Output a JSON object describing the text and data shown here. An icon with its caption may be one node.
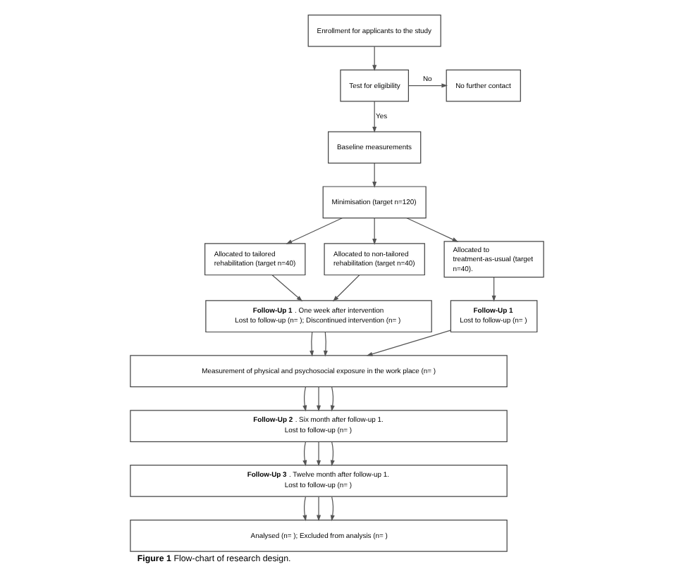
{
  "diagram": {
    "caption": "**Figure 1** Flow-chart of research design.",
    "nodes": [
      {
        "text": [
          "Enrollment for applicants to the study"
        ]
      },
      {
        "text": [
          "Test for eligibility"
        ]
      },
      {
        "text": [
          "No further contact"
        ]
      },
      {
        "text": [
          "Baseline measurements"
        ]
      },
      {
        "text": [
          "Minimisation (target n=120)"
        ]
      },
      {
        "text": [
          "Allocated to tailored rehabilitation (target n=40)"
        ]
      },
      {
        "text": [
          "Allocated to non-tailored rehabilitation (target n=40)"
        ]
      },
      {
        "text": [
          "Allocated to treatment-as-usual (target n=40)."
        ]
      },
      {
        "text": [
          "**Follow-Up 1**. One week after intervention",
          "Lost to follow-up (n= ); Discontinued intervention (n= )"
        ]
      },
      {
        "text": [
          "**Follow-Up 1**",
          "Lost to follow-up (n= )"
        ]
      },
      {
        "text": [
          "Measurement of physical and psychosocial exposure in the work place (n= )"
        ]
      },
      {
        "text": [
          "**Follow-Up 2**. Six month after follow-up 1.",
          "Lost to follow-up (n= )"
        ]
      },
      {
        "text": [
          "**Follow-Up 3**. Twelve month after follow-up 1.",
          "Lost to follow-up (n= )"
        ]
      },
      {
        "text": [
          "Analysed (n= ); Excluded from analysis (n= )"
        ]
      }
    ],
    "edges": [
      {
        "from": 0,
        "to": 1,
        "arrow": "to"
      },
      {
        "from": 1,
        "to": 2,
        "arrow": "to",
        "label": "No"
      },
      {
        "from": 1,
        "to": 3,
        "arrow": "to",
        "label": "Yes"
      },
      {
        "from": 3,
        "to": 4,
        "arrow": "to"
      },
      {
        "from": 4,
        "to": 5,
        "arrow": "to"
      },
      {
        "from": 4,
        "to": 6,
        "arrow": "to"
      },
      {
        "from": 4,
        "to": 7,
        "arrow": "to"
      },
      {
        "from": 5,
        "to": 8,
        "arrow": "to"
      },
      {
        "from": 6,
        "to": 8,
        "arrow": "to"
      },
      {
        "from": 7,
        "to": 9,
        "arrow": "to"
      },
      {
        "from": 8,
        "to": 10,
        "arrow": "to"
      },
      {
        "from": 8,
        "to": 10,
        "arrow": "to"
      },
      {
        "from": 9,
        "to": 10,
        "arrow": "to"
      },
      {
        "from": 10,
        "to": 11,
        "arrow": "to"
      },
      {
        "from": 10,
        "to": 11,
        "arrow": "to"
      },
      {
        "from": 10,
        "to": 11,
        "arrow": "to"
      },
      {
        "from": 11,
        "to": 12,
        "arrow": "to"
      },
      {
        "from": 11,
        "to": 12,
        "arrow": "to"
      },
      {
        "from": 11,
        "to": 12,
        "arrow": "to"
      },
      {
        "from": 12,
        "to": 13,
        "arrow": "to"
      },
      {
        "from": 12,
        "to": 13,
        "arrow": "to"
      },
      {
        "from": 12,
        "to": 13,
        "arrow": "to"
      }
    ]
  }
}
